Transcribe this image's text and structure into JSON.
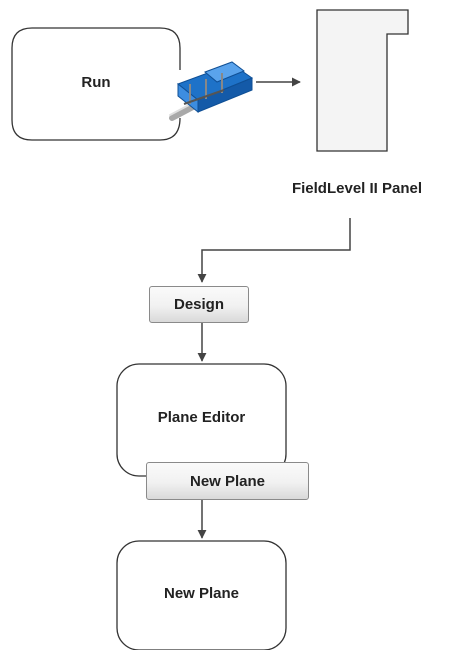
{
  "run_box": {
    "label": "Run"
  },
  "panel": {
    "label": "FieldLevel II Panel"
  },
  "design_button": {
    "label": "Design"
  },
  "plane_editor": {
    "label": "Plane Editor"
  },
  "new_plane_button": {
    "label": "New Plane"
  },
  "new_plane_box": {
    "label": "New Plane"
  },
  "icons": {
    "run_device": "tractor-implement-icon"
  },
  "colors": {
    "stroke": "#333333",
    "device": "#1e72c8",
    "arrow": "#444444"
  }
}
